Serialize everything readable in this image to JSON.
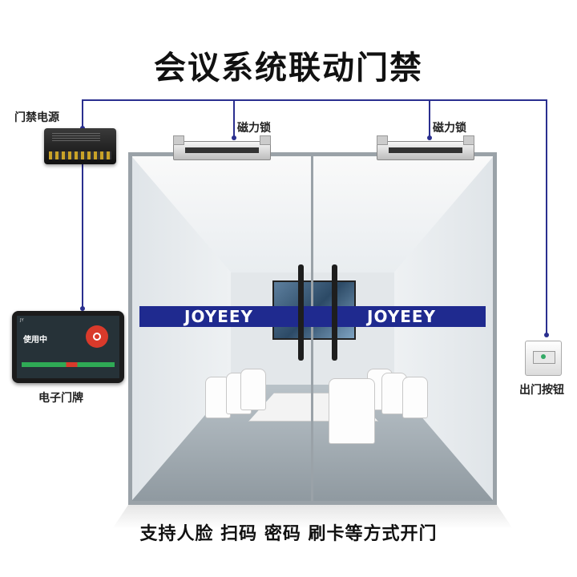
{
  "title": "会议系统联动门禁",
  "labels": {
    "power_supply": "门禁电源",
    "lock_left": "磁力锁",
    "lock_right": "磁力锁",
    "door_sign": "电子门牌",
    "exit_button": "出门按钮"
  },
  "door": {
    "brand_left": "JOYEEY",
    "brand_right": "JOYEEY"
  },
  "door_sign_screen": {
    "header": "JY",
    "status": "使用中"
  },
  "caption": "支持人脸 扫码 密码 刷卡等方式开门",
  "colors": {
    "wire": "#2a2f8f",
    "brand_band": "#1f2a8f",
    "status_button": "#d93a2b",
    "status_bar": "#2faa55"
  }
}
